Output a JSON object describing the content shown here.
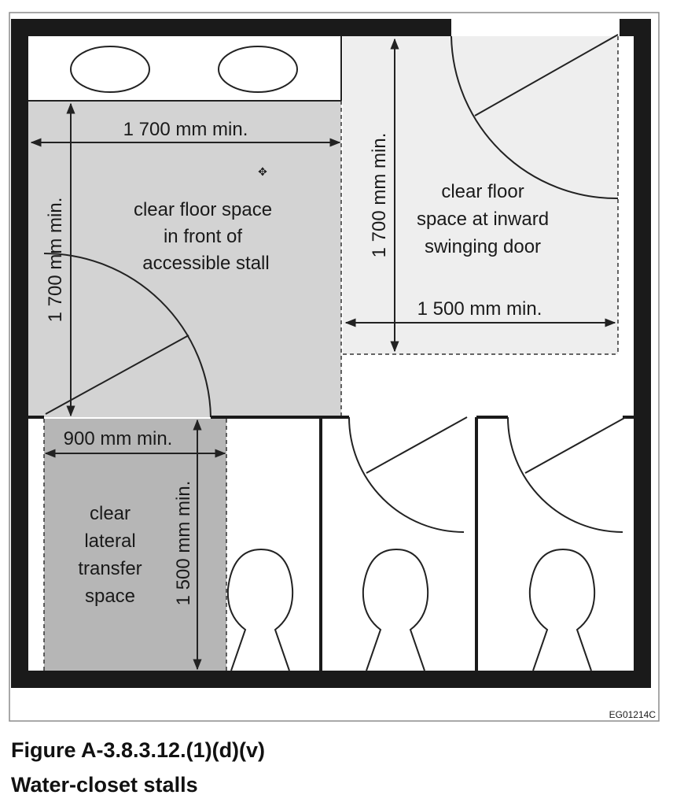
{
  "figure": {
    "labels": {
      "floor_space": [
        "clear floor space",
        "in front of",
        "accessible stall"
      ],
      "door_space": [
        "clear floor",
        "space at inward",
        "swinging door"
      ],
      "transfer_space": [
        "clear",
        "lateral",
        "transfer",
        "space"
      ]
    },
    "dimensions": {
      "floor_width": "1 700 mm min.",
      "floor_depth": "1 700 mm min.",
      "door_depth": "1 700 mm min.",
      "door_width": "1 500 mm min.",
      "transfer_width": "900 mm min.",
      "transfer_depth": "1 500 mm min."
    },
    "code": "EG01214C"
  },
  "caption": {
    "number": "Figure A-3.8.3.12.(1)(d)(v)",
    "title": "Water-closet stalls"
  }
}
